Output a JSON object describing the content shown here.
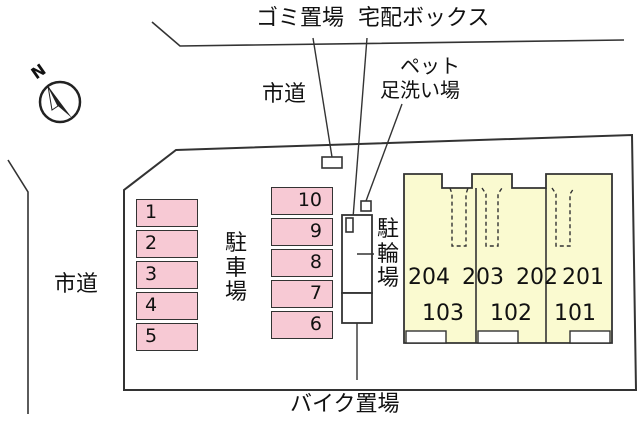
{
  "labels": {
    "gomi": "ゴミ置場",
    "takuhai": "宅配ボックス",
    "pet_line1": "ペット",
    "pet_line2": "足洗い場",
    "road_top": "市道",
    "road_left": "市道",
    "parking": [
      "駐",
      "車",
      "場"
    ],
    "bicycle": [
      "駐",
      "輪",
      "場"
    ],
    "bike_parking": "バイク置場",
    "north": "N"
  },
  "parking_left": [
    "1",
    "2",
    "3",
    "4",
    "5"
  ],
  "parking_right": [
    "10",
    "9",
    "8",
    "7",
    "6"
  ],
  "units_upper": [
    "204",
    "203",
    "202",
    "201"
  ],
  "units_lower": [
    "103",
    "102",
    "101"
  ],
  "colors": {
    "stall_fill": "#f7c9d4",
    "building_fill": "#fafad0",
    "line": "#333333"
  }
}
